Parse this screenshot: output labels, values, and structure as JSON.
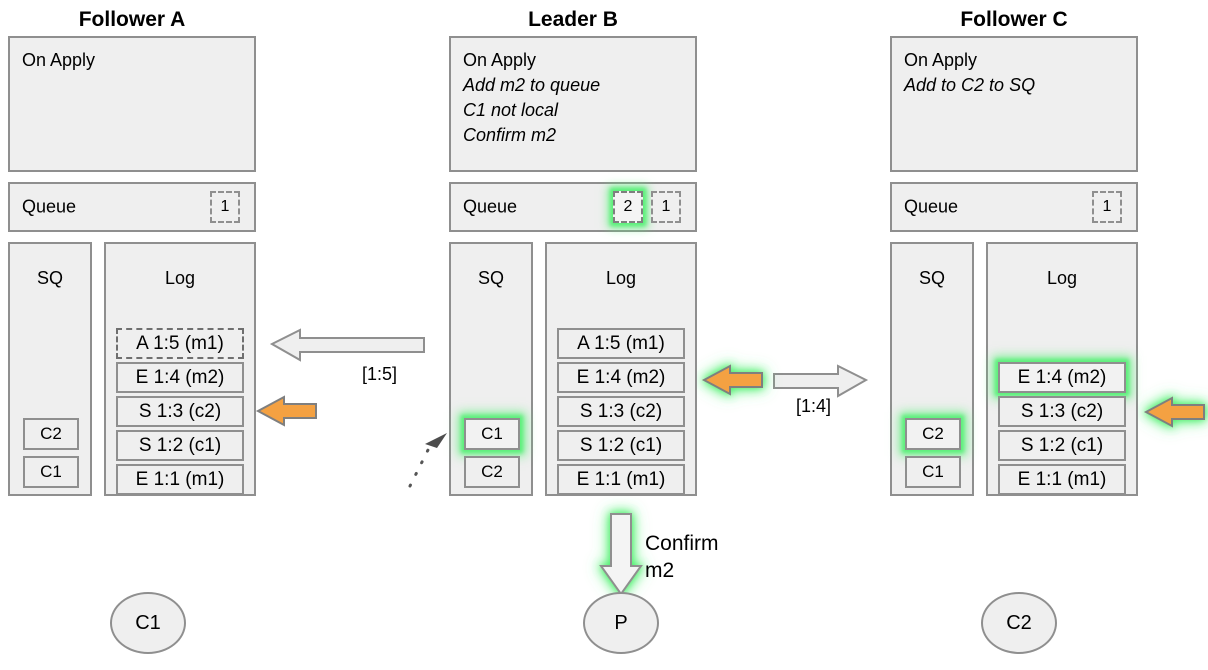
{
  "diagram": {
    "title_row": [
      {
        "label": "Follower A"
      },
      {
        "label": "Leader B"
      },
      {
        "label": "Follower C"
      }
    ],
    "nodes": [
      {
        "id": "follower-a",
        "title": "Follower A",
        "on_apply": {
          "header": "On Apply",
          "lines": []
        },
        "queue": {
          "label": "Queue",
          "chips": [
            {
              "value": "1",
              "highlight": false
            }
          ]
        },
        "sq": {
          "title": "SQ",
          "entries": [
            {
              "label": "C2",
              "highlight": false
            },
            {
              "label": "C1",
              "highlight": false
            }
          ]
        },
        "log": {
          "title": "Log",
          "entries": [
            {
              "label": "A 1:5 (m1)",
              "style": "dashed",
              "highlight": false
            },
            {
              "label": "E 1:4 (m2)",
              "style": "solid",
              "highlight": false
            },
            {
              "label": "S 1:3 (c2)",
              "style": "solid",
              "highlight": false
            },
            {
              "label": "S 1:2 (c1)",
              "style": "solid",
              "highlight": false
            },
            {
              "label": "E 1:1 (m1)",
              "style": "solid",
              "highlight": false
            }
          ]
        },
        "client": {
          "label": "C1"
        }
      },
      {
        "id": "leader-b",
        "title": "Leader B",
        "on_apply": {
          "header": "On Apply",
          "lines": [
            "Add m2 to queue",
            "C1 not local",
            "Confirm m2"
          ]
        },
        "queue": {
          "label": "Queue",
          "chips": [
            {
              "value": "2",
              "highlight": true
            },
            {
              "value": "1",
              "highlight": false
            }
          ]
        },
        "sq": {
          "title": "SQ",
          "entries": [
            {
              "label": "C1",
              "highlight": true
            },
            {
              "label": "C2",
              "highlight": false
            }
          ]
        },
        "log": {
          "title": "Log",
          "entries": [
            {
              "label": "A 1:5 (m1)",
              "style": "solid",
              "highlight": false
            },
            {
              "label": "E 1:4 (m2)",
              "style": "solid",
              "highlight": false
            },
            {
              "label": "S 1:3 (c2)",
              "style": "solid",
              "highlight": false
            },
            {
              "label": "S 1:2 (c1)",
              "style": "solid",
              "highlight": false
            },
            {
              "label": "E 1:1 (m1)",
              "style": "solid",
              "highlight": false
            }
          ]
        },
        "client": {
          "label": "P"
        }
      },
      {
        "id": "follower-c",
        "title": "Follower C",
        "on_apply": {
          "header": "On Apply",
          "lines": [
            "Add to C2 to SQ"
          ]
        },
        "queue": {
          "label": "Queue",
          "chips": [
            {
              "value": "1",
              "highlight": false
            }
          ]
        },
        "sq": {
          "title": "SQ",
          "entries": [
            {
              "label": "C2",
              "highlight": true
            },
            {
              "label": "C1",
              "highlight": false
            }
          ]
        },
        "log": {
          "title": "Log",
          "entries": [
            {
              "label": "E 1:4 (m2)",
              "style": "solid",
              "highlight": true
            },
            {
              "label": "S 1:3 (c2)",
              "style": "solid",
              "highlight": false
            },
            {
              "label": "S 1:2 (c1)",
              "style": "solid",
              "highlight": false
            },
            {
              "label": "E 1:1 (m1)",
              "style": "solid",
              "highlight": false
            }
          ]
        },
        "client": {
          "label": "C2"
        }
      }
    ],
    "arrows": {
      "replicate_left_label": "[1:5]",
      "replicate_right_label": "[1:4]",
      "confirm_label_line1": "Confirm",
      "confirm_label_line2": "m2"
    },
    "colors": {
      "panel_fill": "#efefef",
      "panel_stroke": "#8f8f8f",
      "orange": "#f4a142",
      "orange_stroke": "#7f7f7f",
      "glow_green": "#5bf07a",
      "text": "#000000"
    }
  }
}
